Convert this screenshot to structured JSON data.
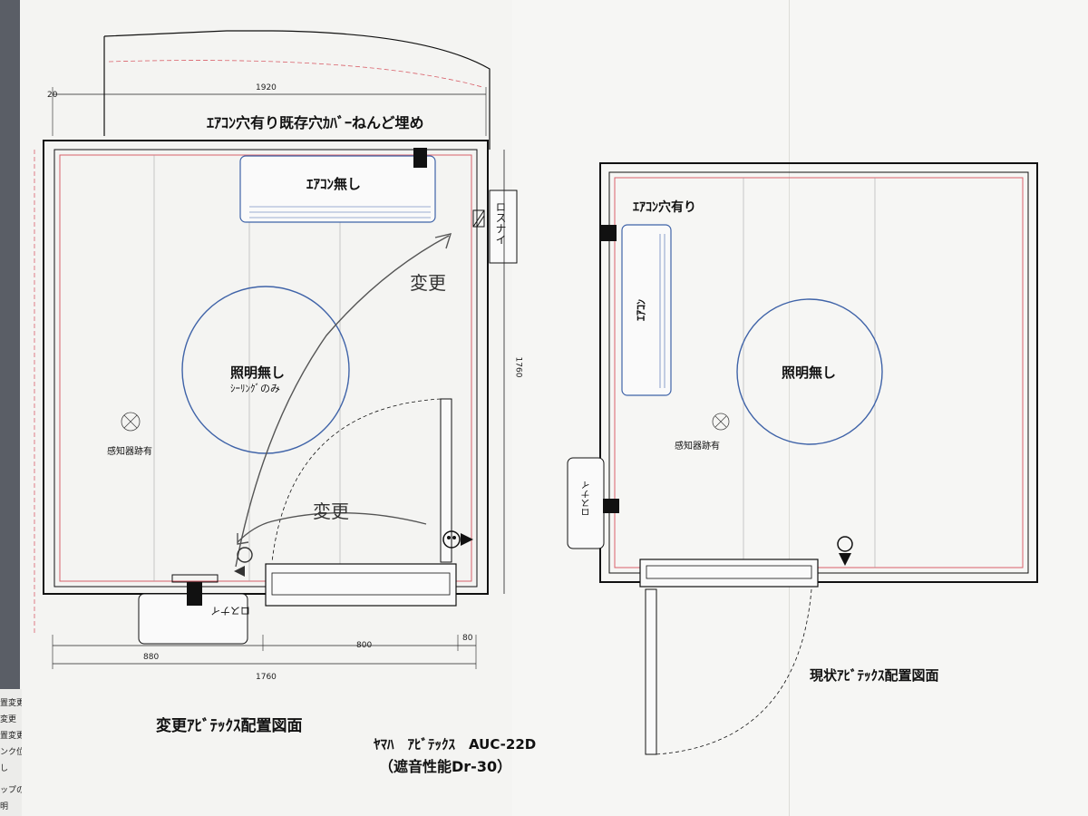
{
  "left_sheet": {
    "dim_top_total": "1920",
    "dim_top_offset": "20",
    "dim_right": "1760",
    "dim_bottom_a": "880",
    "dim_bottom_b": "800",
    "dim_bottom_c": "80",
    "dim_bottom_total": "1760",
    "note_top": "ｴｱｺﾝ穴有り既存穴ｶﾊﾞｰねんど埋め",
    "ac_label": "ｴｱｺﾝ無し",
    "side_door_label": "ロスナイ",
    "bottom_vent_label": "ロスナイ",
    "light_label": "照明無し",
    "light_sublabel": "ｼｰﾘﾝｸﾞのみ",
    "sensor_label": "感知器跡有",
    "hand_change_1": "変更",
    "hand_change_2": "変更",
    "title": "変更ｱﾋﾞﾃｯｸｽ配置図面"
  },
  "right_sheet": {
    "ac_hole_label": "ｴｱｺﾝ穴有り",
    "ac_label": "ｴｱｺﾝ",
    "light_label": "照明無し",
    "sensor_label": "感知器跡有",
    "vent_label": "ロスナイ",
    "title": "現状ｱﾋﾞﾃｯｸｽ配置図面"
  },
  "footer": {
    "model_line": "ﾔﾏﾊ　ｱﾋﾞﾃｯｸｽ　AUC-22D",
    "spec_line": "（遮音性能Dr-30）"
  },
  "left_tab_notes": [
    "置変更",
    "変更",
    "置変更",
    "ンク位置変更",
    "し",
    "ップのみ取付",
    "明"
  ],
  "colors": {
    "paper": "#f4f4f2",
    "wall_line": "#1a1a1a",
    "inner_red": "#d9606a",
    "blue_line": "#3f63a8",
    "background": "#2b2f38"
  }
}
